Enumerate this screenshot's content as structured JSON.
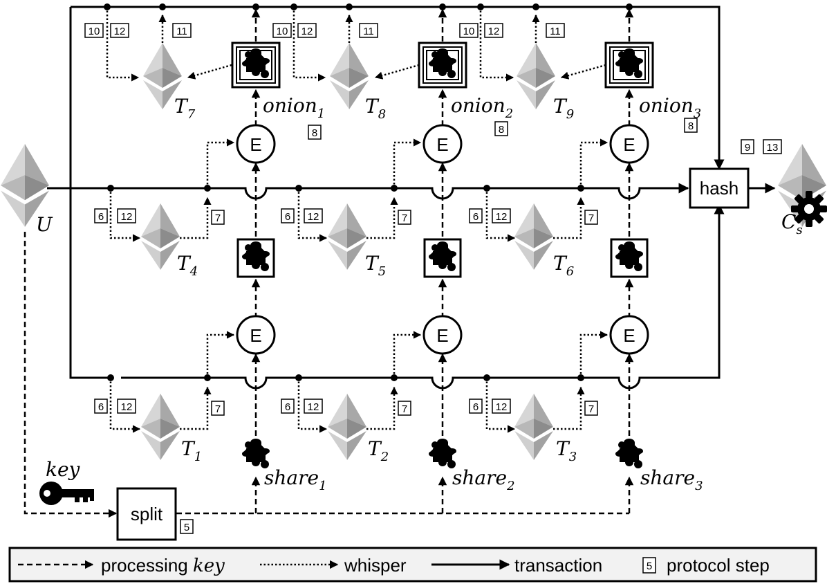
{
  "nodes": {
    "user": "U",
    "contract_main": "C",
    "contract_sub": "s",
    "key": "key",
    "split": "split",
    "hash": "hash",
    "encrypt": "E"
  },
  "shares": [
    {
      "main": "share",
      "sub": "1"
    },
    {
      "main": "share",
      "sub": "2"
    },
    {
      "main": "share",
      "sub": "3"
    }
  ],
  "onions": [
    {
      "main": "onion",
      "sub": "1"
    },
    {
      "main": "onion",
      "sub": "2"
    },
    {
      "main": "onion",
      "sub": "3"
    }
  ],
  "trustees": [
    {
      "main": "T",
      "sub": "1"
    },
    {
      "main": "T",
      "sub": "2"
    },
    {
      "main": "T",
      "sub": "3"
    },
    {
      "main": "T",
      "sub": "4"
    },
    {
      "main": "T",
      "sub": "5"
    },
    {
      "main": "T",
      "sub": "6"
    },
    {
      "main": "T",
      "sub": "7"
    },
    {
      "main": "T",
      "sub": "8"
    },
    {
      "main": "T",
      "sub": "9"
    }
  ],
  "steps": {
    "split": "5",
    "send": "6",
    "encrypt": "7",
    "onion": "8",
    "hash": "9",
    "top_send": "10",
    "top_return": "11",
    "combined": "12",
    "final": "13"
  },
  "legend": {
    "processing_prefix": "processing ",
    "processing_key": "key",
    "whisper": "whisper",
    "transaction": "transaction",
    "step_number": "5",
    "protocol_step": "protocol step"
  },
  "colors": {
    "ether_light": "#cfcfcf",
    "ether_mid": "#a9a9a9",
    "ether_dark": "#8a8a8a",
    "line": "#000000",
    "legend_bg": "#f2f2f2"
  },
  "icons": [
    "ethereum-icon",
    "puzzle-piece-icon",
    "key-icon",
    "gear-icon"
  ]
}
